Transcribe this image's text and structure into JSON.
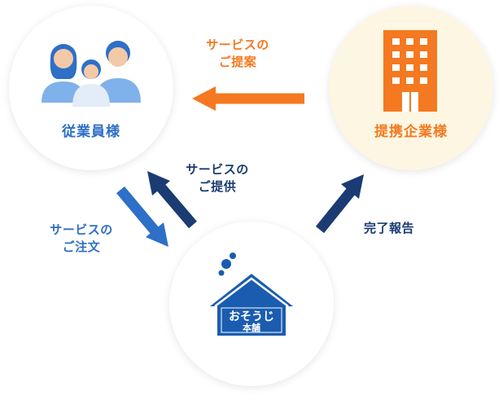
{
  "nodes": {
    "employees": {
      "label": "従業員様"
    },
    "partner": {
      "label": "提携企業様"
    },
    "company": {
      "logo_text": "おそうじ本舗"
    }
  },
  "flows": {
    "proposal": {
      "line1": "サービスの",
      "line2": "ご提案"
    },
    "provide": {
      "line1": "サービスの",
      "line2": "ご提供"
    },
    "order": {
      "line1": "サービスの",
      "line2": "ご注文"
    },
    "report": {
      "line1": "完了報告"
    }
  },
  "colors": {
    "orange": "#f47920",
    "navy": "#1a3c73",
    "blue": "#2e6fc7",
    "partner_bg": "#fdf6e2"
  }
}
